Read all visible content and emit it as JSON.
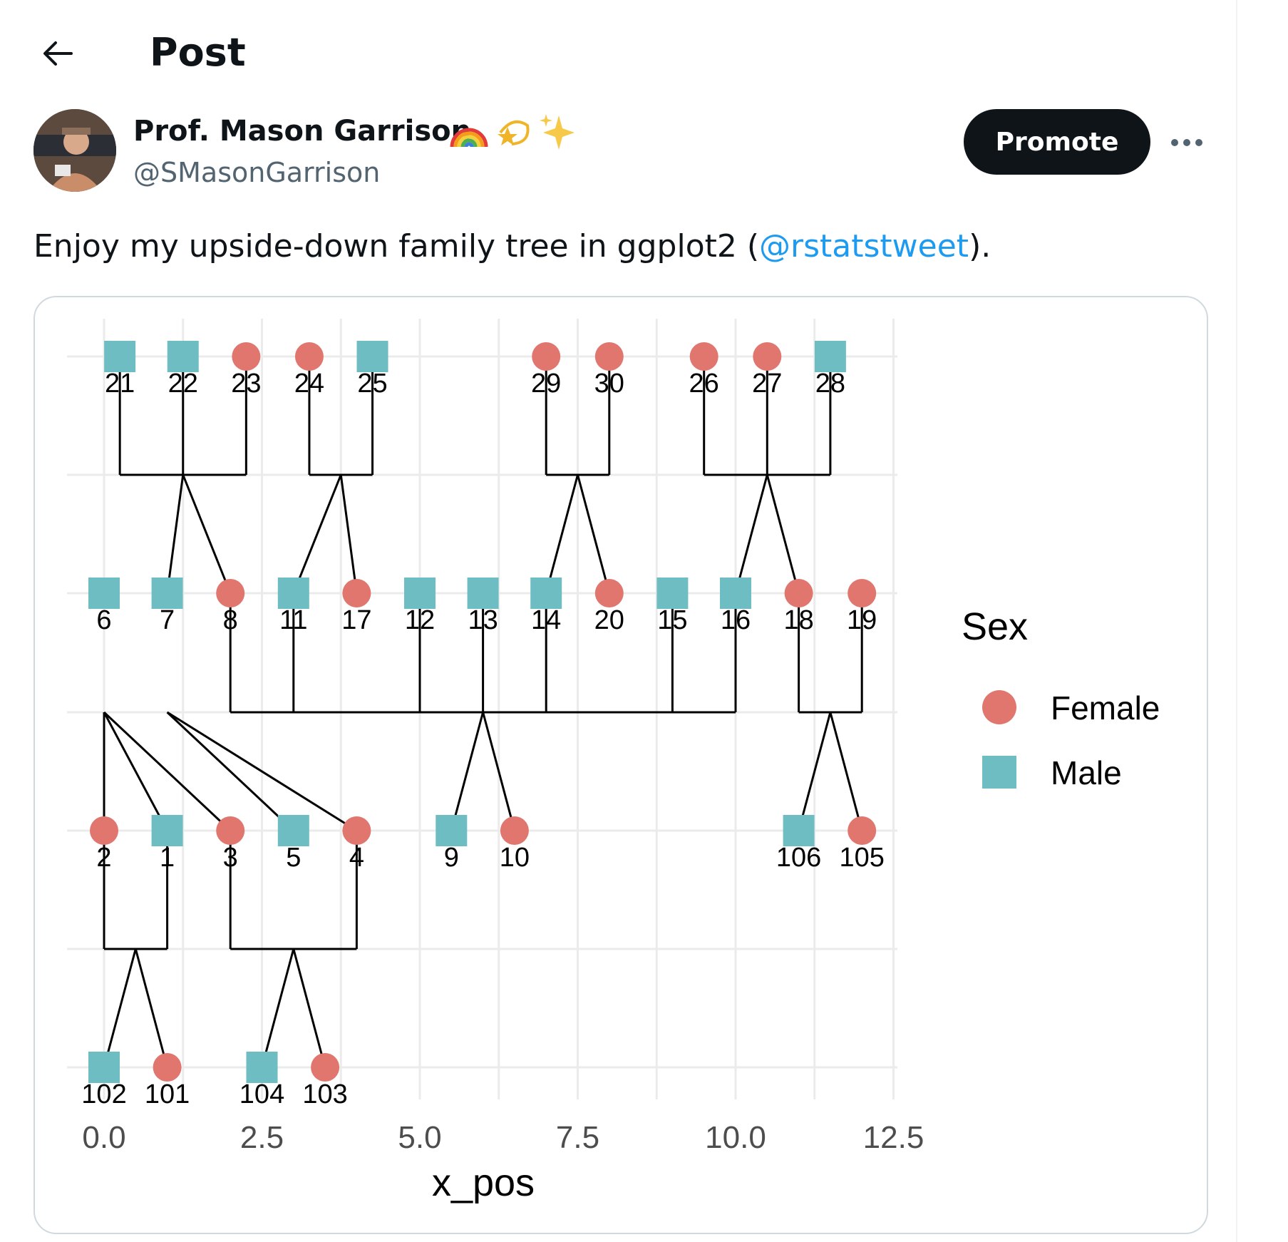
{
  "header": {
    "title": "Post"
  },
  "author": {
    "name": "Prof. Mason Garrison",
    "handle": "@SMasonGarrison",
    "emojis": [
      "rainbow-icon",
      "dizzy-star-icon",
      "sparkles-icon"
    ]
  },
  "actions": {
    "promote_label": "Promote"
  },
  "tweet": {
    "text_before": "Enjoy my upside-down family tree in ggplot2 (",
    "mention": "@rstatstweet",
    "text_after": ")."
  },
  "colors": {
    "female": "#E0766E",
    "male": "#6DBDC3",
    "mention": "#1d9bf0",
    "button": "#0f1419"
  },
  "chart_data": {
    "type": "scatter",
    "xlabel": "x_pos",
    "ylabel": "",
    "xlim": [
      -0.5,
      12.5
    ],
    "x_ticks": [
      "0.0",
      "2.5",
      "5.0",
      "7.5",
      "10.0",
      "12.5"
    ],
    "legend": {
      "title": "Sex",
      "position": "right",
      "entries": [
        "Female",
        "Male"
      ]
    },
    "nodes": [
      {
        "id": "21",
        "x": 0.25,
        "gen": 1,
        "sex": "Male"
      },
      {
        "id": "22",
        "x": 1.25,
        "gen": 1,
        "sex": "Male"
      },
      {
        "id": "23",
        "x": 2.25,
        "gen": 1,
        "sex": "Female"
      },
      {
        "id": "24",
        "x": 3.25,
        "gen": 1,
        "sex": "Female"
      },
      {
        "id": "25",
        "x": 4.25,
        "gen": 1,
        "sex": "Male"
      },
      {
        "id": "29",
        "x": 7.0,
        "gen": 1,
        "sex": "Female"
      },
      {
        "id": "30",
        "x": 8.0,
        "gen": 1,
        "sex": "Female"
      },
      {
        "id": "26",
        "x": 9.5,
        "gen": 1,
        "sex": "Female"
      },
      {
        "id": "27",
        "x": 10.5,
        "gen": 1,
        "sex": "Female"
      },
      {
        "id": "28",
        "x": 11.5,
        "gen": 1,
        "sex": "Male"
      },
      {
        "id": "6",
        "x": 0.0,
        "gen": 2,
        "sex": "Male"
      },
      {
        "id": "7",
        "x": 1.0,
        "gen": 2,
        "sex": "Male"
      },
      {
        "id": "8",
        "x": 2.0,
        "gen": 2,
        "sex": "Female"
      },
      {
        "id": "11",
        "x": 3.0,
        "gen": 2,
        "sex": "Male"
      },
      {
        "id": "17",
        "x": 4.0,
        "gen": 2,
        "sex": "Female"
      },
      {
        "id": "12",
        "x": 5.0,
        "gen": 2,
        "sex": "Male"
      },
      {
        "id": "13",
        "x": 6.0,
        "gen": 2,
        "sex": "Male"
      },
      {
        "id": "14",
        "x": 7.0,
        "gen": 2,
        "sex": "Male"
      },
      {
        "id": "20",
        "x": 8.0,
        "gen": 2,
        "sex": "Female"
      },
      {
        "id": "15",
        "x": 9.0,
        "gen": 2,
        "sex": "Male"
      },
      {
        "id": "16",
        "x": 10.0,
        "gen": 2,
        "sex": "Male"
      },
      {
        "id": "18",
        "x": 11.0,
        "gen": 2,
        "sex": "Female"
      },
      {
        "id": "19",
        "x": 12.0,
        "gen": 2,
        "sex": "Female"
      },
      {
        "id": "2",
        "x": 0.0,
        "gen": 3,
        "sex": "Female"
      },
      {
        "id": "1",
        "x": 1.0,
        "gen": 3,
        "sex": "Male"
      },
      {
        "id": "3",
        "x": 2.0,
        "gen": 3,
        "sex": "Female"
      },
      {
        "id": "5",
        "x": 3.0,
        "gen": 3,
        "sex": "Male"
      },
      {
        "id": "4",
        "x": 4.0,
        "gen": 3,
        "sex": "Female"
      },
      {
        "id": "9",
        "x": 5.5,
        "gen": 3,
        "sex": "Male"
      },
      {
        "id": "10",
        "x": 6.5,
        "gen": 3,
        "sex": "Female"
      },
      {
        "id": "106",
        "x": 11.0,
        "gen": 3,
        "sex": "Male"
      },
      {
        "id": "105",
        "x": 12.0,
        "gen": 3,
        "sex": "Female"
      },
      {
        "id": "102",
        "x": 0.0,
        "gen": 4,
        "sex": "Male"
      },
      {
        "id": "101",
        "x": 1.0,
        "gen": 4,
        "sex": "Female"
      },
      {
        "id": "104",
        "x": 2.5,
        "gen": 4,
        "sex": "Male"
      },
      {
        "id": "103",
        "x": 3.5,
        "gen": 4,
        "sex": "Female"
      }
    ],
    "couples": [
      {
        "members": [
          "21",
          "22",
          "23"
        ],
        "children": [
          "7",
          "8"
        ],
        "hub": 1.25
      },
      {
        "members": [
          "24",
          "25"
        ],
        "children": [
          "11",
          "17"
        ],
        "hub": 3.75
      },
      {
        "members": [
          "29",
          "30"
        ],
        "children": [
          "14",
          "20"
        ],
        "hub": 7.5
      },
      {
        "members": [
          "26",
          "27",
          "28"
        ],
        "children": [
          "16",
          "18"
        ],
        "hub": 10.5
      },
      {
        "members": [
          "8",
          "11",
          "12",
          "13",
          "14",
          "15",
          "16"
        ],
        "children": [
          "9",
          "10"
        ],
        "hub": 6.0
      },
      {
        "members": [
          "18",
          "19"
        ],
        "children": [
          "106",
          "105"
        ],
        "hub": 11.5
      },
      {
        "members": [
          "2",
          "1"
        ],
        "children": [
          "102",
          "101"
        ],
        "hub": 0.5
      },
      {
        "members": [
          "3",
          "4"
        ],
        "children": [
          "104",
          "103"
        ],
        "hub": 3.0
      }
    ],
    "links": [
      {
        "from": "6",
        "to": "2"
      },
      {
        "from": "6",
        "to": "1"
      },
      {
        "from": "6",
        "to": "3"
      },
      {
        "from": "7",
        "to": "5"
      },
      {
        "from": "7",
        "to": "4"
      }
    ]
  }
}
